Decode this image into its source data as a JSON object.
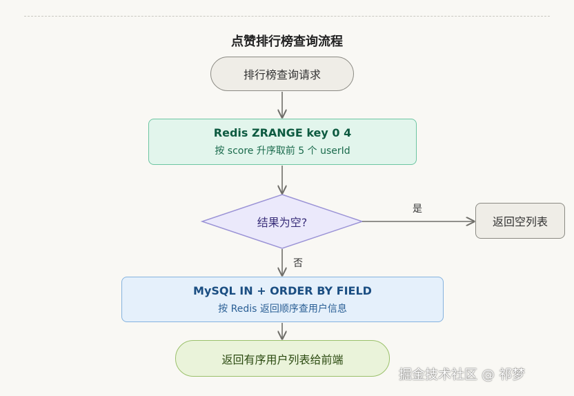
{
  "title": "点赞排行榜查询流程",
  "nodes": {
    "start": "排行榜查询请求",
    "redis": {
      "line1": "Redis ZRANGE key 0 4",
      "line2": "按 score 升序取前 5 个 userId"
    },
    "decision": "结果为空?",
    "empty": "返回空列表",
    "mysql": {
      "line1": "MySQL IN + ORDER BY FIELD",
      "line2": "按 Redis 返回顺序查用户信息"
    },
    "end": "返回有序用户列表给前端"
  },
  "edges": {
    "yes": "是",
    "no": "否"
  },
  "watermark": "掘金技术社区 @ 祁梦",
  "colors": {
    "start_fill": "#efede7",
    "redis_fill": "#e2f5ec",
    "decision_fill": "#ebe9fb",
    "mysql_fill": "#e5f0fb",
    "end_fill": "#eaf3da",
    "arrow": "#6f6e69"
  }
}
